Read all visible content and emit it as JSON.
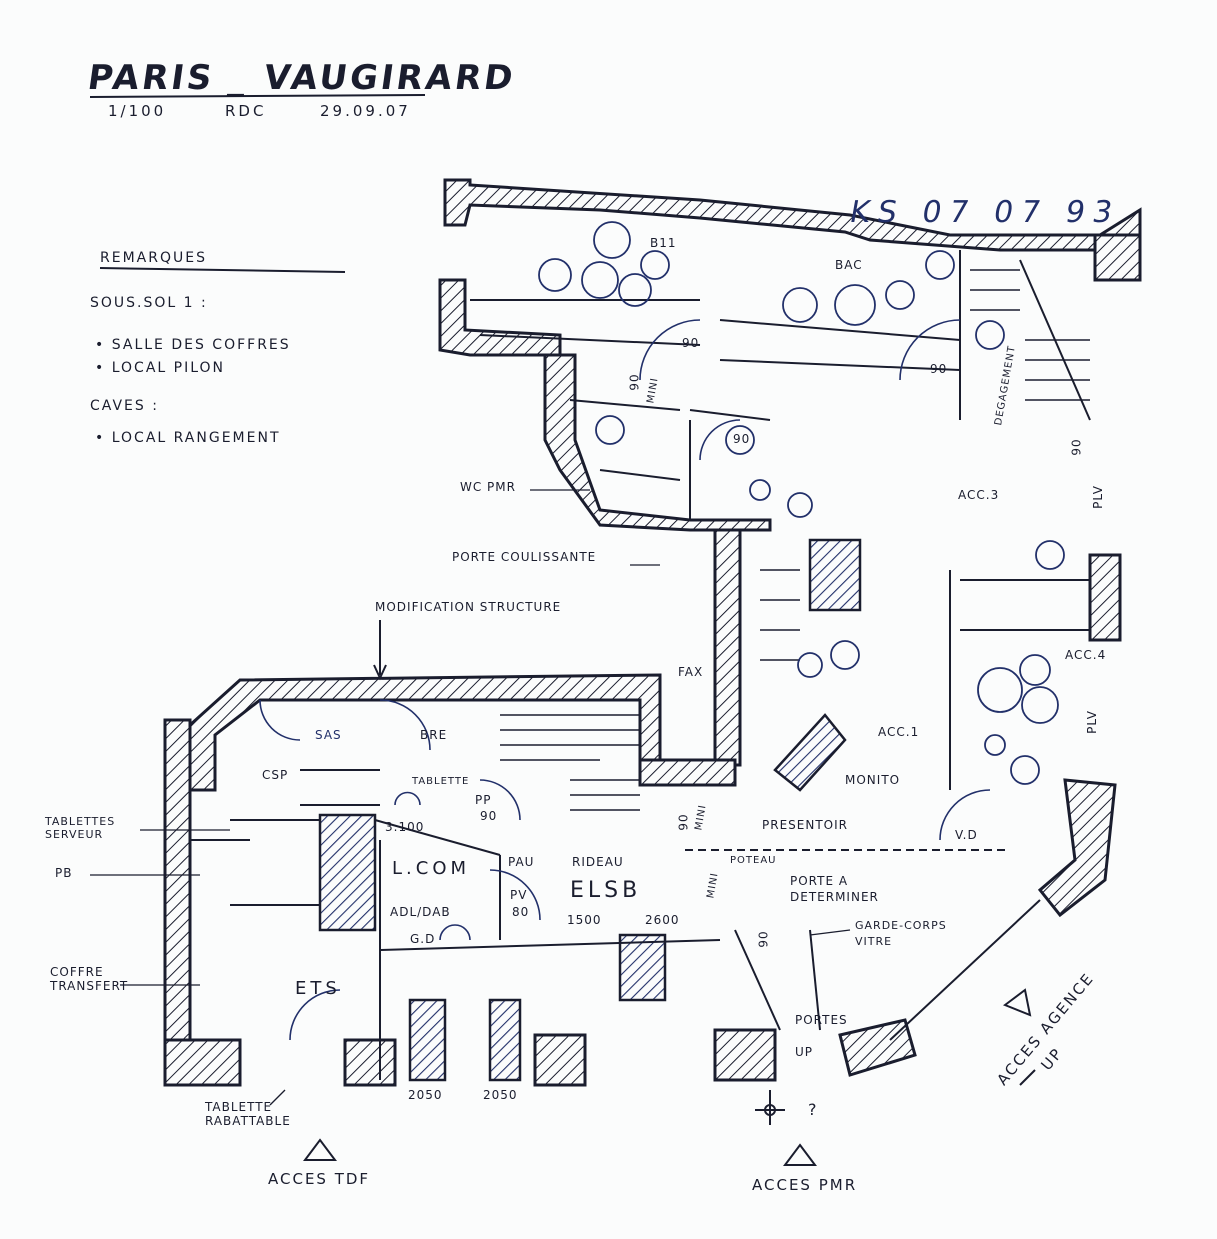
{
  "header": {
    "title": "PARIS _ VAUGIRARD",
    "scale": "1/100",
    "level": "RDC",
    "date": "29.09.07",
    "reference": "KS 07 07 93"
  },
  "remarks": {
    "heading": "REMARQUES",
    "items": [
      {
        "label": "SOUS.SOL 1 :",
        "kind": "heading"
      },
      {
        "label": "SALLE DES COFFRES",
        "kind": "bullet"
      },
      {
        "label": "LOCAL PILON",
        "kind": "bullet"
      },
      {
        "label": "CAVES :",
        "kind": "heading"
      },
      {
        "label": "LOCAL RANGEMENT",
        "kind": "bullet"
      }
    ]
  },
  "plan_labels": {
    "b11": "B11",
    "bac": "BAC",
    "wc_pmr": "WC PMR",
    "porte_coulissante": "PORTE COULISSANTE",
    "modification_structure": "MODIFICATION STRUCTURE",
    "sas": "SAS",
    "bre": "BRE",
    "csp": "CSP",
    "tablette": "TABLETTE",
    "pp": "PP",
    "pp_width": "90",
    "tablettes_serveur": "TABLETTES SERVEUR",
    "pb": "PB",
    "l_com": "L.COM",
    "dim_3100": "3.100",
    "pau": "PAU",
    "rideau": "RIDEAU",
    "poteau": "POTEAU",
    "elsb": "ELSB",
    "adl_dab": "ADL/DAB",
    "pv": "PV",
    "pv_width": "80",
    "dim_1500": "1500",
    "dim_2600": "2600",
    "gd": "G.D",
    "porte_a_determiner": "PORTE A DETERMINER",
    "garde_corps": "GARDE-CORPS VITRE",
    "coffre_transfert": "COFFRE TRANSFERT",
    "ets": "ETS",
    "tablette_rabattable": "TABLETTE RABATTABLE",
    "dim_2050_a": "2050",
    "dim_2050_b": "2050",
    "portes": "PORTES",
    "up_small": "UP",
    "acc1": "ACC.1",
    "acc3": "ACC.3",
    "acc4": "ACC.4",
    "monito": "MONITO",
    "presentoir": "PRESENTOIR",
    "fax": "FAX",
    "vd": "V.D",
    "plv_a": "PLV",
    "plv_b": "PLV",
    "degagement": "DEGAGEMENT",
    "mini_a": "MINI",
    "mini_b": "MINI",
    "mini_c": "MINI",
    "dim_90_a": "90",
    "dim_90_b": "90",
    "dim_90_c": "90",
    "dim_90_d": "90",
    "dim_90_e": "90",
    "dim_90_f": "90",
    "dim_90_g": "90",
    "question": "?"
  },
  "access": {
    "tdf": "ACCES TDF",
    "pmr": "ACCES PMR",
    "agence": "ACCES AGENCE",
    "up": "UP"
  },
  "colors": {
    "ink_black": "#1a1d2e",
    "ink_blue": "#22306a",
    "paper": "#fbfcfc"
  }
}
